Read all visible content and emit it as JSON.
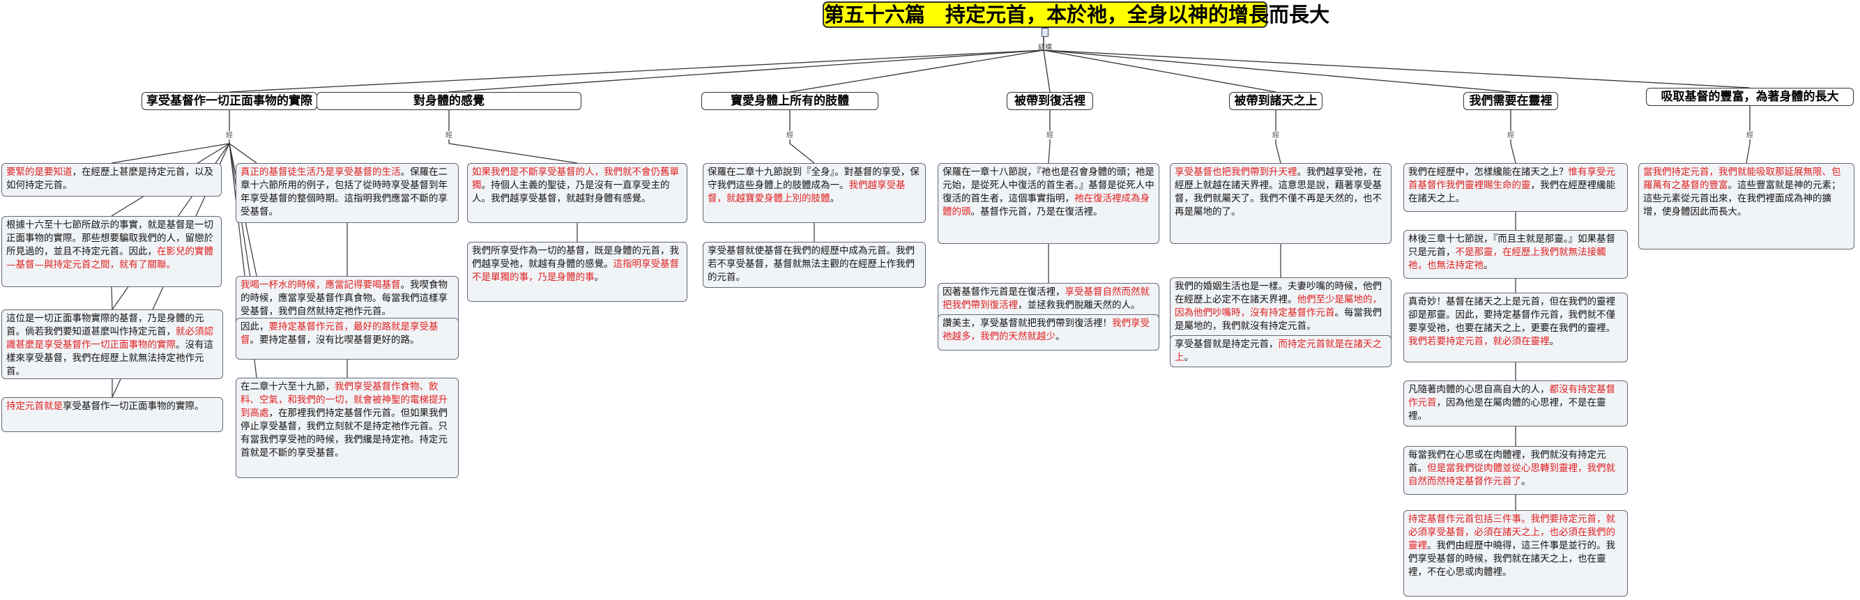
{
  "title": "第五十六篇　持定元首，本於祂，全身以神的增長而長大",
  "center_tag": "結構",
  "branch_tag": "經",
  "branches": [
    {
      "label": "享受基督作一切正面事物的實際"
    },
    {
      "label": "對身體的感覺"
    },
    {
      "label": "寶愛身體上所有的肢體"
    },
    {
      "label": "被帶到復活裡"
    },
    {
      "label": "被帶到諸天之上"
    },
    {
      "label": "我們需要在靈裡"
    },
    {
      "label": "吸取基督的豐富，為著身體的長大"
    }
  ],
  "notes": [
    {
      "segs": [
        {
          "t": "要緊的是要知道",
          "r": true
        },
        {
          "t": "，在經歷上甚麼是持定元首，以及如何持定元首。",
          "r": false
        }
      ]
    },
    {
      "segs": [
        {
          "t": "根據十六至十七節所啟示的事實，就是基督是一切正面事物的實際。那些想要騙取我們的人，留戀於所見過的，並且不持定元首。因此，",
          "r": false
        },
        {
          "t": "在影兒的實體—基督—與持定元首之間，就有了關聯。",
          "r": true
        }
      ]
    },
    {
      "segs": [
        {
          "t": "這位是一切正面事物實際的基督，乃是身體的元首。倘若我們要知道甚麼叫作持定元首，",
          "r": false
        },
        {
          "t": "就必須認識甚麼是享受基督作一切正面事物的實際",
          "r": true
        },
        {
          "t": "。沒有這樣來享受基督，我們在經歷上就無法持定祂作元首。",
          "r": false
        }
      ]
    },
    {
      "segs": [
        {
          "t": "持定元首就是",
          "r": true
        },
        {
          "t": "享受基督作一切正面事物的實際。",
          "r": false
        }
      ]
    },
    {
      "segs": [
        {
          "t": "真正的基督徒生活乃是享受基督的生活",
          "r": true
        },
        {
          "t": "。保羅在二章十六節所用的例子，包括了從時時享受基督到年年享受基督的整個時期。這指明我們應當不斷的享受基督。",
          "r": false
        }
      ]
    },
    {
      "segs": [
        {
          "t": "我喝一杯水的時候，應當記得要喝基督",
          "r": true
        },
        {
          "t": "。我喫食物的時候，應當享受基督作真食物。每當我們這樣享受基督，我們自然就持定祂作元首。",
          "r": false
        }
      ]
    },
    {
      "segs": [
        {
          "t": "因此，",
          "r": false
        },
        {
          "t": "要持定基督作元首，最好的路就是享受基督",
          "r": true
        },
        {
          "t": "。要持定基督，沒有比喫基督更好的路。",
          "r": false
        }
      ]
    },
    {
      "segs": [
        {
          "t": "在二章十六至十九節，",
          "r": false
        },
        {
          "t": "我們享受基督作食物、飲料、空氣，和我們的一切，就會被神聖的電梯提升到高處",
          "r": true
        },
        {
          "t": "，在那裡我們持定基督作元首。但如果我們停止享受基督，我們立刻就不是持定祂作元首。只有當我們享受祂的時候，我們纔是持定祂。持定元首就是不斷的享受基督。",
          "r": false
        }
      ]
    },
    {
      "segs": [
        {
          "t": "如果我們是不斷享受基督的人，我們就不會仍舊單獨",
          "r": true
        },
        {
          "t": "。持個人主義的聖徒，乃是沒有一直享受主的人。我們越享受基督，就越對身體有感覺。",
          "r": false
        }
      ]
    },
    {
      "segs": [
        {
          "t": "我們所享受作為一切的基督，既是身體的元首，我們越享受祂，就越有身體的感覺。",
          "r": false
        },
        {
          "t": "這指明享受基督不是單獨的事，乃是身體的事",
          "r": true
        },
        {
          "t": "。",
          "r": false
        }
      ]
    },
    {
      "segs": [
        {
          "t": "保羅在二章十九節說到『全身』。對基督的享受，保守我們這些身體上的肢體成為一。",
          "r": false
        },
        {
          "t": "我們越享受基督，就越寶愛身體上別的肢體",
          "r": true
        },
        {
          "t": "。",
          "r": false
        }
      ]
    },
    {
      "segs": [
        {
          "t": "享受基督就使基督在我們的經歷中成為元首。我們若不享受基督，基督就無法主觀的在經歷上作我們的元首。",
          "r": false
        }
      ]
    },
    {
      "segs": [
        {
          "t": "保羅在一章十八節說，『祂也是召會身體的頭；祂是元始，是從死人中復活的首生者。』基督是從死人中復活的首生者，這個事實指明，",
          "r": false
        },
        {
          "t": "祂在復活裡成為身體的頭",
          "r": true
        },
        {
          "t": "。基督作元首，乃是在復活裡。",
          "r": false
        }
      ]
    },
    {
      "segs": [
        {
          "t": "因著基督作元首是在復活裡，",
          "r": false
        },
        {
          "t": "享受基督自然而然就把我們帶到復活裡",
          "r": true
        },
        {
          "t": "，並拯救我們脫離天然的人。",
          "r": false
        }
      ]
    },
    {
      "segs": [
        {
          "t": "讚美主，享受基督就把我們帶到復活裡！",
          "r": false
        },
        {
          "t": "我們享受祂越多，我們的天然就越少",
          "r": true
        },
        {
          "t": "。",
          "r": false
        }
      ]
    },
    {
      "segs": [
        {
          "t": "享受基督也把我們帶到升天裡",
          "r": true
        },
        {
          "t": "。我們越享受祂，在經歷上就越在諸天界裡。這意思是說，藉著享受基督，我們就屬天了。我們不僅不再是天然的，也不再是屬地的了。",
          "r": false
        }
      ]
    },
    {
      "segs": [
        {
          "t": "我們的婚姻生活也是一樣。夫妻吵嘴的時候，他們在經歷上必定不在諸天界裡。",
          "r": false
        },
        {
          "t": "他們至少是屬地的，因為他們吵嘴時，沒有持定基督作元首",
          "r": true
        },
        {
          "t": "。每當我們是屬地的，我們就沒有持定元首。",
          "r": false
        }
      ]
    },
    {
      "segs": [
        {
          "t": "享受基督就是持定元首，",
          "r": false
        },
        {
          "t": "而持定元首就是在諸天之上",
          "r": true
        },
        {
          "t": "。",
          "r": false
        }
      ]
    },
    {
      "segs": [
        {
          "t": "我們在經歷中，怎樣纔能在諸天之上？",
          "r": false
        },
        {
          "t": "惟有享受元首基督作我們靈裡賜生命的靈",
          "r": true
        },
        {
          "t": "，我們在經歷裡纔能在諸天之上。",
          "r": false
        }
      ]
    },
    {
      "segs": [
        {
          "t": "林後三章十七節說，『而且主就是那靈。』如果基督只是元首，",
          "r": false
        },
        {
          "t": "不是那靈，在經歷上我們就無法接觸祂，也無法持定祂",
          "r": true
        },
        {
          "t": "。",
          "r": false
        }
      ]
    },
    {
      "segs": [
        {
          "t": "真奇妙！基督在諸天之上是元首，但在我們的靈裡卻是那靈。因此，要持定基督作元首，我們就不僅要享受祂，也要在諸天之上，更要在我們的靈裡。",
          "r": false
        },
        {
          "t": "我們若要持定元首，就必須在靈裡",
          "r": true
        },
        {
          "t": "。",
          "r": false
        }
      ]
    },
    {
      "segs": [
        {
          "t": "凡隨著肉體的心思自高自大的人，",
          "r": false
        },
        {
          "t": "都沒有持定基督作元首",
          "r": true
        },
        {
          "t": "，因為他是在屬肉體的心思裡，不是在靈裡。",
          "r": false
        }
      ]
    },
    {
      "segs": [
        {
          "t": "每當我們在心思或在肉體裡，我們就沒有持定元首。",
          "r": false
        },
        {
          "t": "但是當我們從肉體並從心思轉到靈裡，我們就自然而然持定基督作元首了",
          "r": true
        },
        {
          "t": "。",
          "r": false
        }
      ]
    },
    {
      "segs": [
        {
          "t": "持定基督作元首包括三件事。我們要持定元首，就必須享受基督，必須在諸天之上，也必須在我們的靈裡",
          "r": true
        },
        {
          "t": "。我們由經歷中曉得，這三件事是並行的。我們享受基督的時候，我們就在諸天之上，也在靈裡，不在心思或肉體裡。",
          "r": false
        }
      ]
    },
    {
      "segs": [
        {
          "t": "當我們持定元首，我們就能吸取那延展無限、包羅萬有之基督的豐富",
          "r": true
        },
        {
          "t": "。這些豐富就是神的元素；這些元素從元首出來，在我們裡面成為神的擴增，使身體因此而長大。",
          "r": false
        }
      ]
    }
  ]
}
